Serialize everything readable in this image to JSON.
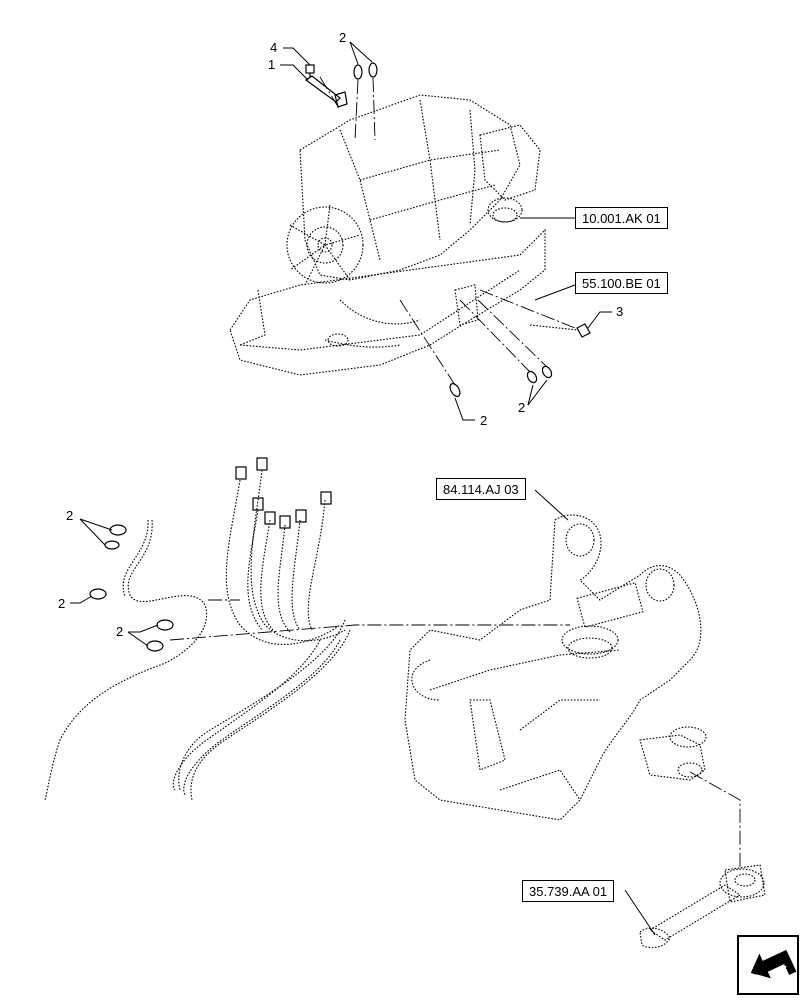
{
  "references": {
    "engine": "10.001.AK 01",
    "hydraulic": "55.100.BE 01",
    "loader_frame": "84.114.AJ 03",
    "axle_shaft": "35.739.AA 01"
  },
  "callouts": {
    "item_1": "1",
    "item_2": "2",
    "item_3": "3",
    "item_4": "4"
  },
  "icons": {
    "navigation": "next-page-arrow-icon"
  }
}
